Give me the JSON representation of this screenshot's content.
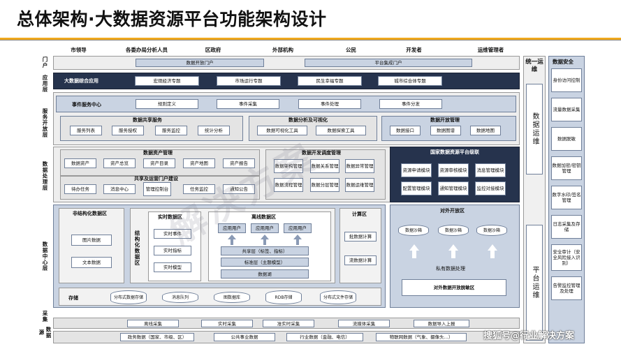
{
  "title": "总体架构·大数据资源平台功能架构设计",
  "users": [
    "市领导",
    "各委办局分析人员",
    "区政府",
    "外部机构",
    "公民",
    "开发者",
    "运维管理者"
  ],
  "layers": {
    "portal": "门户",
    "application": "应用层",
    "service": "服务开放层",
    "processing": "数据处理层",
    "datacenter": "数据中心层",
    "collection": "采集",
    "source": "数据源"
  },
  "portal": {
    "data_portal": "数据开放门户",
    "platform_portal": "平台集成门户"
  },
  "app": {
    "title": "大数据综合应用",
    "items": [
      "宏观经济专题",
      "市场运行专题",
      "民生幸福专题",
      "城市综合体专题"
    ]
  },
  "event": {
    "title": "事件服务中心",
    "items": [
      "规则定义",
      "事件采集",
      "事件处理",
      "事件分发"
    ]
  },
  "share": {
    "title": "数据共享服务",
    "items": [
      "服务列表",
      "服务授权",
      "服务监控",
      "统计分析"
    ]
  },
  "analysis": {
    "title": "数据分析及可视化",
    "items": [
      "数据可视化工具",
      "数据探索工具"
    ]
  },
  "open": {
    "title": "数据开放管理",
    "items": [
      "数据接口",
      "数据图谱",
      "数据地图"
    ]
  },
  "asset": {
    "title": "数据资产管理",
    "items": [
      "数据资产",
      "资产总览",
      "资产目录",
      "资产地图",
      "资产报告"
    ]
  },
  "portalmgmt": {
    "title": "共享及运营门户建设",
    "items": [
      "待办任务",
      "消息中心",
      "管理控制台",
      "任务监控",
      "通知公告"
    ]
  },
  "devops": {
    "title": "数据开发调度管理",
    "items": [
      "数据架构管理",
      "数据关系管理",
      "数据异常管理",
      "数据流程管理",
      "数据分层管理",
      "数据运维管理"
    ]
  },
  "national": {
    "title": "国家数据资源平台级联",
    "items": [
      "资源申请模块",
      "资源审核模块",
      "消息管理模块",
      "配置管理模块",
      "通知管理模块",
      "监控对接模块"
    ]
  },
  "dc": {
    "unstructured": {
      "title": "非结构化数据区",
      "items": [
        "图片数据",
        "文本数据"
      ]
    },
    "structured": "结构化数据区",
    "realtime": {
      "title": "实时数据区",
      "items": [
        "实时事件",
        "实时指标",
        "实时模型"
      ]
    },
    "offline": {
      "title": "离线数据区",
      "tenants": [
        "应用用户",
        "应用用户",
        "应用用户"
      ],
      "layers": [
        "共享层（标签、指标）",
        "标准层（主题模型）",
        "数据湖"
      ]
    },
    "compute": {
      "title": "计算区",
      "items": [
        "批数据计算",
        "流数据计算"
      ]
    },
    "storage": {
      "title": "存储",
      "items": [
        "分布式数据存储",
        "消息队列",
        "图数据库",
        "RDB存储",
        "分布式文件存储"
      ]
    },
    "sandbox": {
      "title": "对外开放区",
      "items": [
        "数据沙箱",
        "数据沙箱",
        "数据沙箱"
      ],
      "private": "私有数据处理",
      "sensitive": "对外数据开放脱敏区"
    }
  },
  "collect": [
    "离线采集",
    "实时采集",
    "准实时采集",
    "流媒体采集",
    "数据导入上报"
  ],
  "sources": [
    "政务数据（国家、市级、区）",
    "公共事业数据",
    "行业数据（金融、电信）",
    "物联网数据（气象、摄像头...）"
  ],
  "ops": {
    "title": "统一运维",
    "monitor": "数据运维",
    "platform": "平台运维"
  },
  "security": {
    "title": "数据安全",
    "items": [
      "身份访问控制",
      "流量数据采集",
      "数据脱敏",
      "数据加密/密钥管理",
      "数字水印/签名管理",
      "日志采集及存储",
      "安全审计（安全风险接入识别）",
      "告警监控管理及处理"
    ]
  },
  "watermark": "解决方案",
  "credit": "搜狐号@行业解决方案"
}
